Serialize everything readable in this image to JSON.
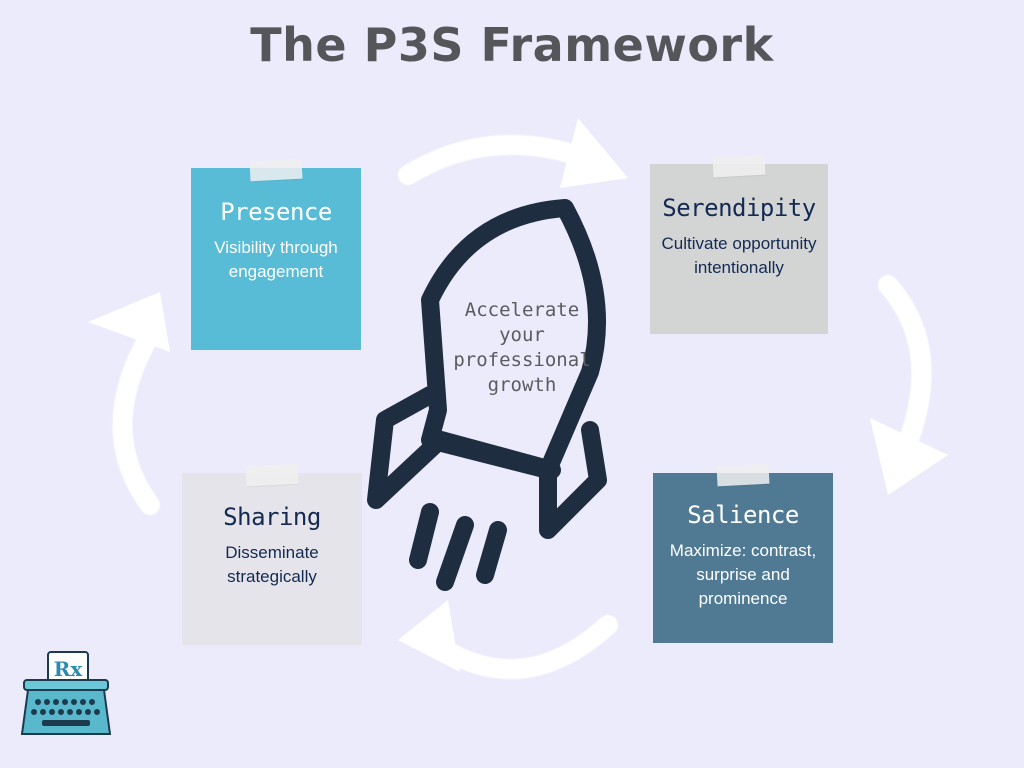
{
  "title": "The P3S Framework",
  "center_text": "Accelerate your professional growth",
  "notes": [
    {
      "heading": "Presence",
      "body": "Visibility through engagement"
    },
    {
      "heading": "Serendipity",
      "body": "Cultivate opportunity intentionally"
    },
    {
      "heading": "Salience",
      "body": "Maximize: contrast, surprise and prominence"
    },
    {
      "heading": "Sharing",
      "body": "Disseminate strategically"
    }
  ],
  "logo_text": "Rx",
  "colors": {
    "background": "#ecebfc",
    "presence": "#58bcd6",
    "serendipity": "#d3d4d4",
    "salience": "#507a93",
    "sharing": "#e4e4ea",
    "rocket": "#1f2d40",
    "title": "#555659"
  }
}
